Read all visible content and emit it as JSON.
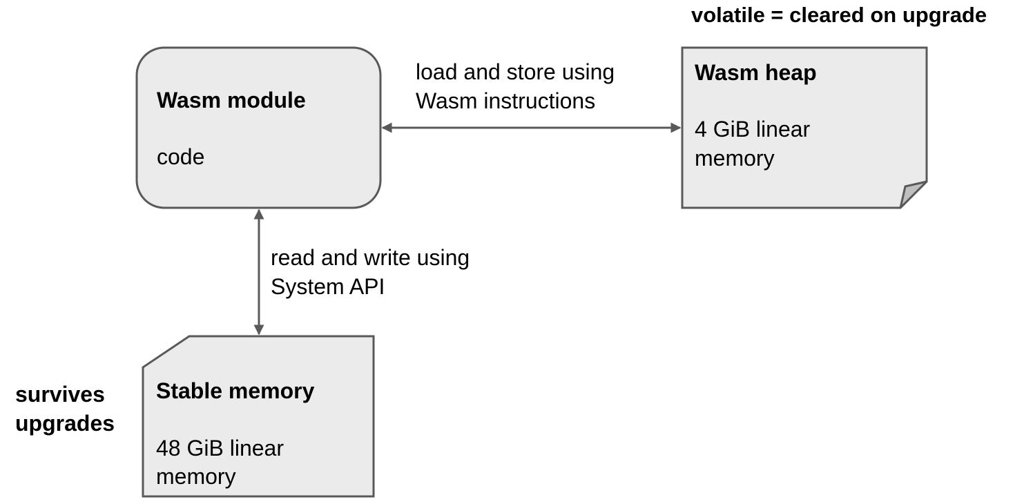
{
  "volatile_note": "volatile = cleared on upgrade",
  "survives_note": {
    "line1": "survives",
    "line2": "upgrades"
  },
  "wasm_module": {
    "title": "Wasm module",
    "body": "code"
  },
  "wasm_heap": {
    "title": "Wasm heap",
    "body_line1": "4 GiB linear",
    "body_line2": "memory"
  },
  "stable_memory": {
    "title": "Stable memory",
    "body_line1": "48 GiB linear",
    "body_line2": "memory"
  },
  "heap_arrow_label": {
    "line1": "load and store using",
    "line2": "Wasm instructions"
  },
  "stable_arrow_label": {
    "line1": "read and write using",
    "line2": "System API"
  },
  "colors": {
    "shape_fill": "#ebebeb",
    "shape_stroke": "#595959",
    "fold_fill": "#bfbfbf",
    "arrow": "#595959"
  }
}
